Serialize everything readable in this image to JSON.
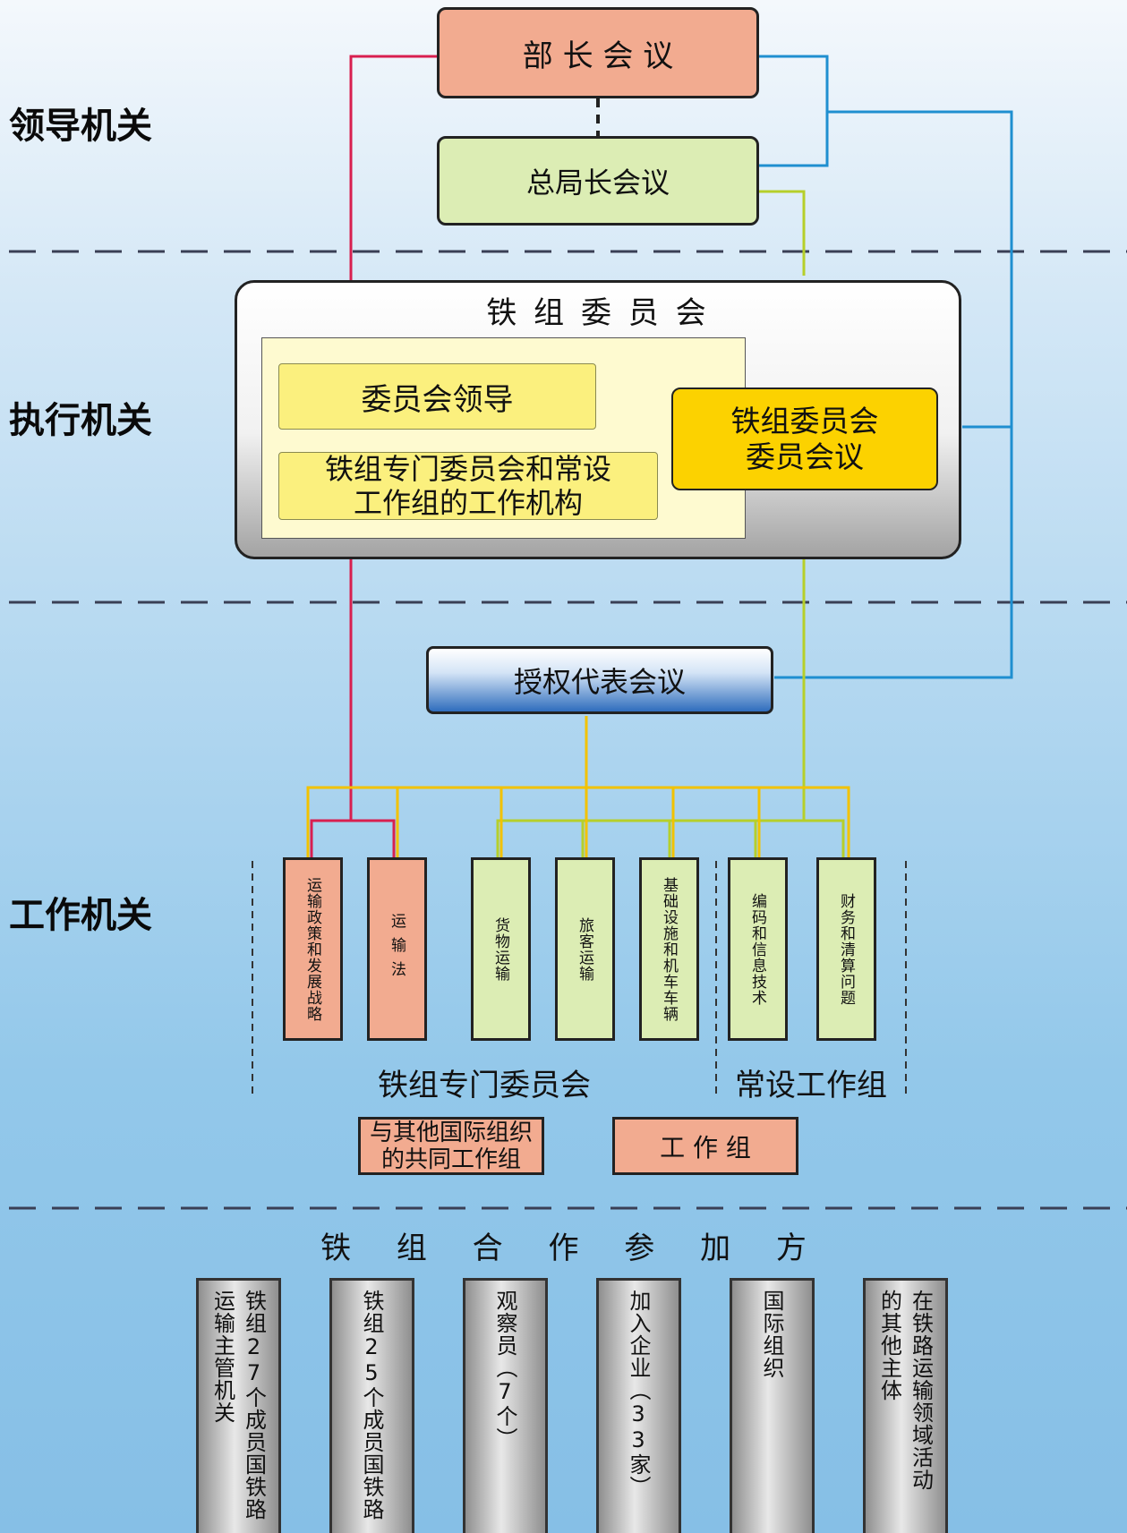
{
  "sections": {
    "leadership": "领导机关",
    "executive": "执行机关",
    "working": "工作机关"
  },
  "leadership": {
    "ministers_meeting": "部 长 会 议",
    "directors_general_meeting": "总局长会议"
  },
  "committee": {
    "title": "铁 组 委 员 会",
    "leadership": "委员会领导",
    "working_body_line1": "铁组专门委员会和常设",
    "working_body_line2": "工作组的工作机构",
    "committee_meeting_line1": "铁组委员会",
    "committee_meeting_line2": "委员会议"
  },
  "authorized_meeting": "授权代表会议",
  "commissions": [
    {
      "label": "运输政策和发展战略",
      "color": "salmon"
    },
    {
      "label": "运输法",
      "color": "salmon"
    },
    {
      "label": "货物运输",
      "color": "green"
    },
    {
      "label": "旅客运输",
      "color": "green"
    },
    {
      "label": "基础设施和机车车辆",
      "color": "green"
    },
    {
      "label": "编码和信息技术",
      "color": "green"
    },
    {
      "label": "财务和清算问题",
      "color": "green"
    }
  ],
  "group_labels": {
    "special_commissions": "铁组专门委员会",
    "standing_groups": "常设工作组"
  },
  "joint_groups_line1": "与其他国际组织",
  "joint_groups_line2": "的共同工作组",
  "working_group": "工 作 组",
  "participants": {
    "title": "铁 组 合 作 参 加 方",
    "columns": [
      {
        "lines": [
          "铁组27个成员国铁路",
          "运输主管机关"
        ]
      },
      {
        "lines": [
          "铁组25个成员国铁路"
        ]
      },
      {
        "lines": [
          "观察员（7个）"
        ]
      },
      {
        "lines": [
          "加入企业（33家）"
        ]
      },
      {
        "lines": [
          "国际组织"
        ]
      },
      {
        "lines": [
          "在铁路运输领域活动",
          "的其他主体"
        ]
      }
    ]
  },
  "colors": {
    "red_line": "#d81f4f",
    "blue_line": "#1f8fd0",
    "green_line": "#b6cf2a",
    "yellow_line": "#f2c200"
  }
}
